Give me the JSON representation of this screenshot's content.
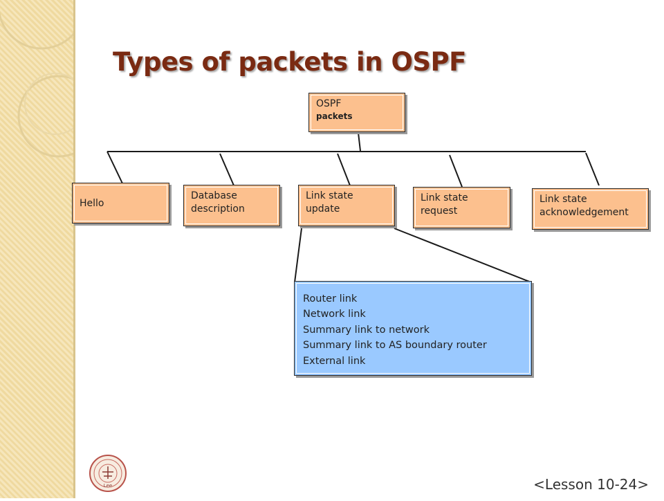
{
  "slide": {
    "title": "Types of packets in OSPF",
    "footer": "<Lesson 10-24>"
  },
  "diagram": {
    "root": {
      "line1": "OSPF",
      "line2": "packets"
    },
    "packet_types": [
      {
        "label": "Hello"
      },
      {
        "label": "Database description"
      },
      {
        "label": "Link state update"
      },
      {
        "label": "Link state request"
      },
      {
        "label": "Link state acknowledgement"
      }
    ],
    "lsa_types": [
      "Router link",
      "Network link",
      "Summary link to network",
      "Summary link to AS boundary router",
      "External link"
    ]
  },
  "logo": {
    "text": "Lee"
  },
  "colors": {
    "packet_box": "#fcc08e",
    "lsa_box": "#9ac9ff",
    "title": "#7a2a12",
    "sidebar": "#f6e6bb"
  }
}
